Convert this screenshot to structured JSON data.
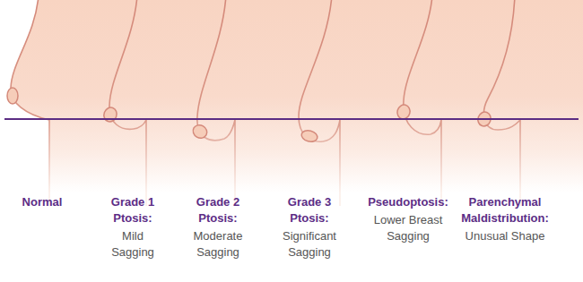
{
  "diagram": {
    "labels": [
      "Normal",
      "Grade 1 Ptosis:",
      "Mild Sagging",
      "Grade 2 Ptosis:",
      "Moderate Sagging",
      "Grade 3 Ptosis:",
      "Significant Sagging",
      "Pseudoptosis:",
      "Lower Breast Sagging",
      "Parenchymal Maldistribution:",
      "Unusual Shape"
    ]
  }
}
